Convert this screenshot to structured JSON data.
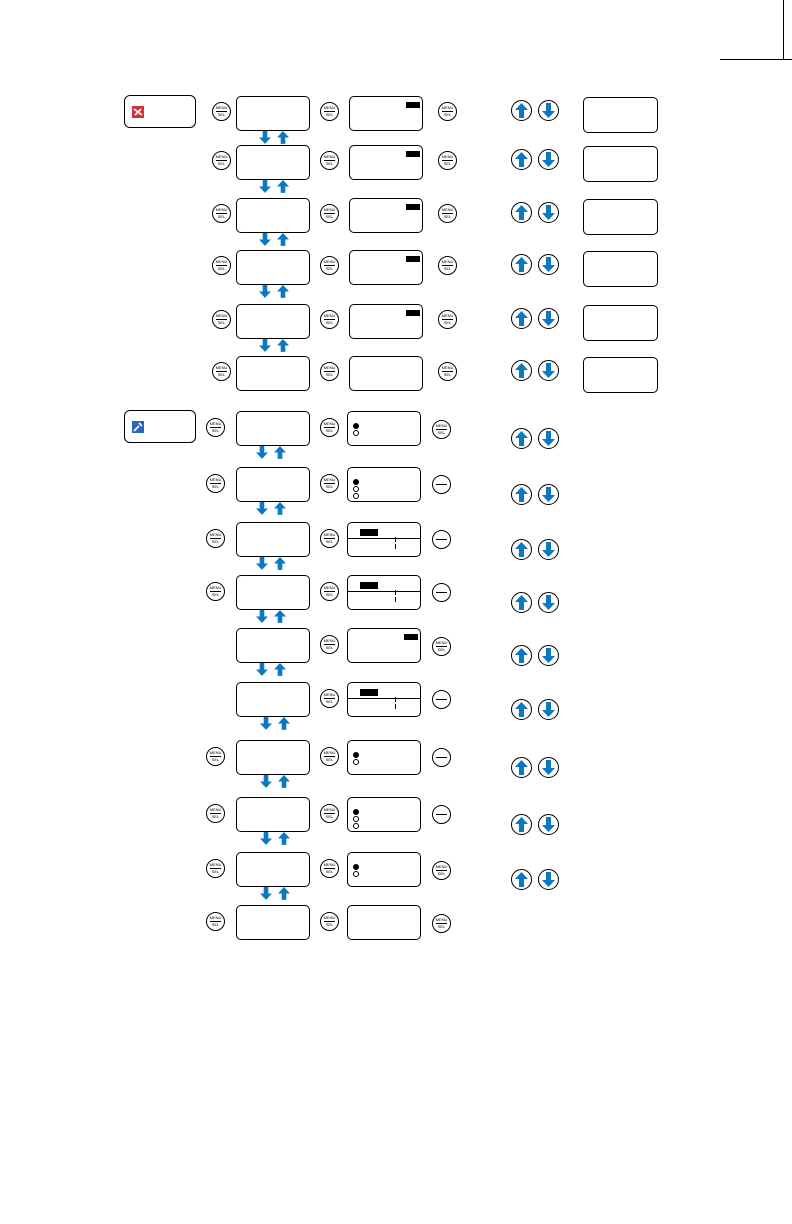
{
  "colors": {
    "arrow_blue": "#0a79c2",
    "red_icon": "#d6303a",
    "blue_icon": "#2a66b8"
  },
  "icons": {
    "red_card": "red-settings-icon",
    "blue_card": "blue-tools-icon",
    "menu": "menu-sel-button",
    "dash": "minus-button",
    "updown": "up-down-arrow-buttons"
  },
  "menu_button": {
    "top": "MENU",
    "bottom": "SEL"
  }
}
